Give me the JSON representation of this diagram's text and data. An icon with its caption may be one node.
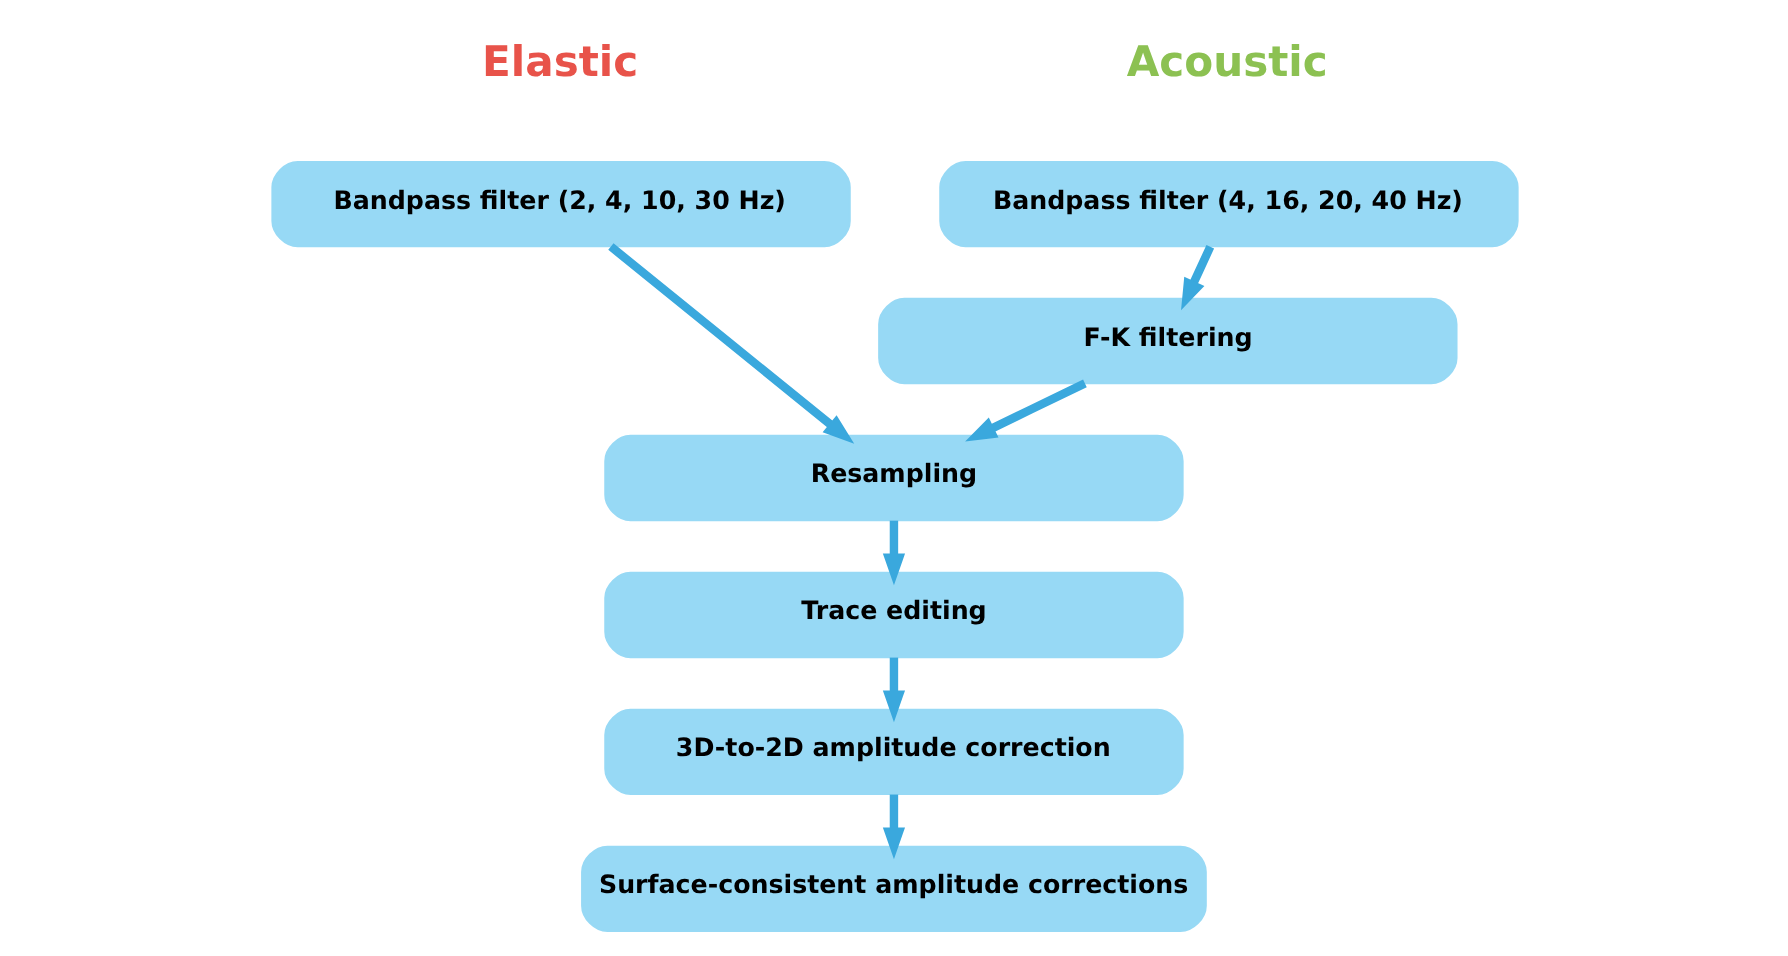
{
  "diagram": {
    "nodes": [
      {
        "text": [
          "Bandpass filter (4, 16, 20, 40 Hz)"
        ]
      },
      {
        "text": [
          "F-K filtering"
        ]
      },
      {
        "text": [
          "Bandpass filter (2, 4, 10, 30 Hz)"
        ]
      },
      {
        "text": [
          "Resampling"
        ]
      },
      {
        "text": [
          "Trace editing"
        ]
      },
      {
        "text": [
          "3D-to-2D amplitude correction"
        ]
      },
      {
        "text": [
          "Surface-consistent amplitude corrections"
        ]
      }
    ],
    "edges": [
      {
        "from": 0,
        "to": 1,
        "arrow": "to"
      },
      {
        "from": 1,
        "to": 3,
        "arrow": "to"
      },
      {
        "from": 2,
        "to": 3,
        "arrow": "to"
      },
      {
        "from": 3,
        "to": 4,
        "arrow": "to"
      },
      {
        "from": 4,
        "to": 5,
        "arrow": "to"
      },
      {
        "from": 5,
        "to": 6,
        "arrow": "to"
      }
    ],
    "labels": [
      "Acoustic",
      "Elastic"
    ]
  }
}
